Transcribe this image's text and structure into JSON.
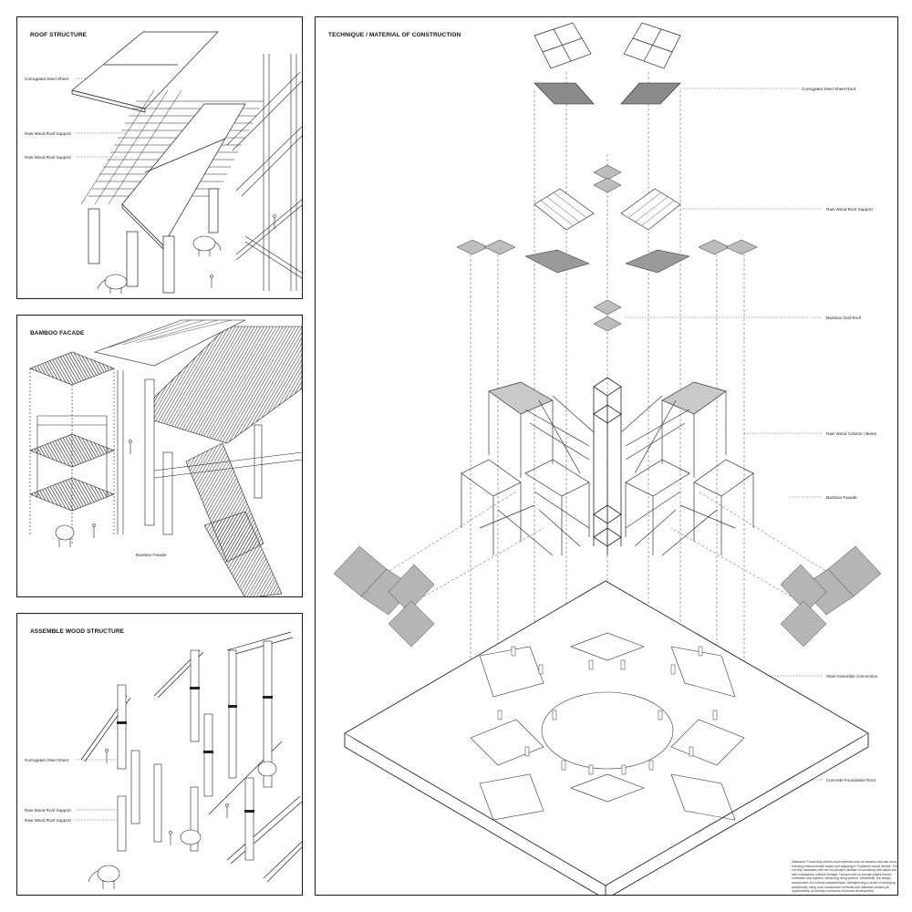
{
  "panels": {
    "roof": {
      "title": "ROOF STRUCTURE",
      "labels": [
        "Corrugated Steel Sheet",
        "Raw Wood Roof Support",
        "Raw Wood Roof Support"
      ]
    },
    "bamboo": {
      "title": "BAMBOO FACADE",
      "labels": [
        "Bamboo Facade"
      ]
    },
    "assemble": {
      "title": "ASSEMBLE WOOD STRUCTURE",
      "labels": [
        "Corrugated Steel Sheet",
        "Raw Wood Roof Support",
        "Raw Wood Roof Support"
      ]
    },
    "technique": {
      "title": "TECHNIQUE / MATERIAL OF CONSTRUCTION",
      "labels": [
        "Corrugated Steel Sheet Roof",
        "Raw Wood Roof Support",
        "Bamboo Grid Roof",
        "Raw Wood Column / Beam",
        "Bamboo Facade",
        "Steel Assemble Connection",
        "Concrete Foundation Root"
      ],
      "note": "Maekanon Forest fully utilizes local materials such as bamboo and raw wood, reducing environmental impact and adapting to Thailand's humid climate. This not only resonates with the Kui people's lifestyle of coexisting with nature but also emphasizes cultural heritage. Houses built on wooden pillars ensure ventilation and dryness, enhancing living comfort. Meanwhile, the design incorporates Kui cultural characteristics, strengthening a sense of belonging. Additionally, using local construction methods and materials creates job opportunities, promoting community economic development."
    }
  }
}
